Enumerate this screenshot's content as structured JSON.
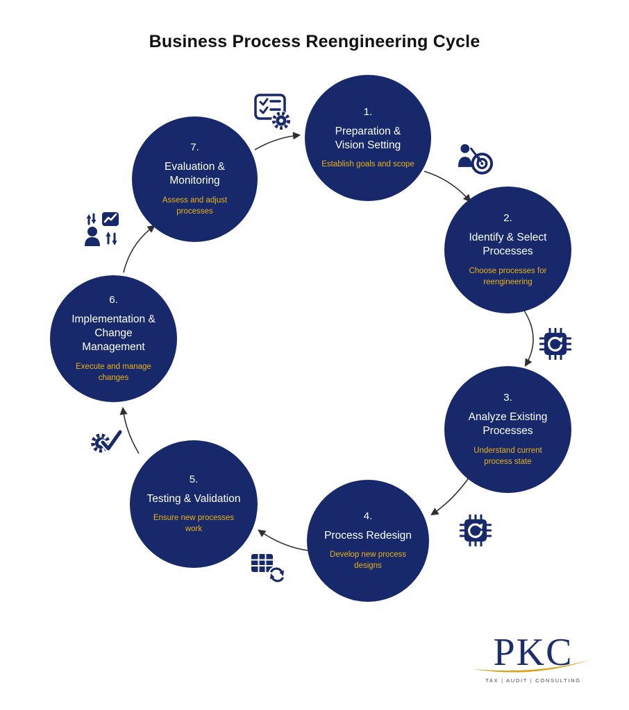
{
  "title": "Business Process Reengineering Cycle",
  "steps": [
    {
      "number": "1.",
      "title": "Preparation & Vision Setting",
      "subtitle": "Establish goals and scope"
    },
    {
      "number": "2.",
      "title": "Identify & Select Processes",
      "subtitle": "Choose processes for reengineering"
    },
    {
      "number": "3.",
      "title": "Analyze Existing Processes",
      "subtitle": "Understand current process state"
    },
    {
      "number": "4.",
      "title": "Process Redesign",
      "subtitle": "Develop new process designs"
    },
    {
      "number": "5.",
      "title": "Testing & Validation",
      "subtitle": "Ensure new processes work"
    },
    {
      "number": "6.",
      "title": "Implementation & Change Management",
      "subtitle": "Execute and manage changes"
    },
    {
      "number": "7.",
      "title": "Evaluation & Monitoring",
      "subtitle": "Assess and adjust processes"
    }
  ],
  "icons": [
    {
      "name": "monitor-checklist-gear-icon",
      "between": "step-7-and-1"
    },
    {
      "name": "person-target-icon",
      "between": "step-1-and-2"
    },
    {
      "name": "chip-refresh-icon",
      "between": "step-2-and-3"
    },
    {
      "name": "chip-refresh-icon",
      "between": "step-3-and-4"
    },
    {
      "name": "table-refresh-icon",
      "between": "step-4-and-5"
    },
    {
      "name": "gear-check-icon",
      "between": "step-5-and-6"
    },
    {
      "name": "person-sync-icon",
      "between": "step-6-and-7"
    }
  ],
  "logo": {
    "text": "PKC",
    "tagline": "TAX | AUDIT | CONSULTING"
  },
  "colors": {
    "circle_fill": "#17296a",
    "step_title": "#ffffff",
    "step_subtitle": "#e9b219",
    "icon_navy": "#17296a",
    "arrow": "#2f2f2f",
    "logo_navy": "#1c2e6b",
    "logo_gold": "#d7a418",
    "background": "#ffffff"
  }
}
